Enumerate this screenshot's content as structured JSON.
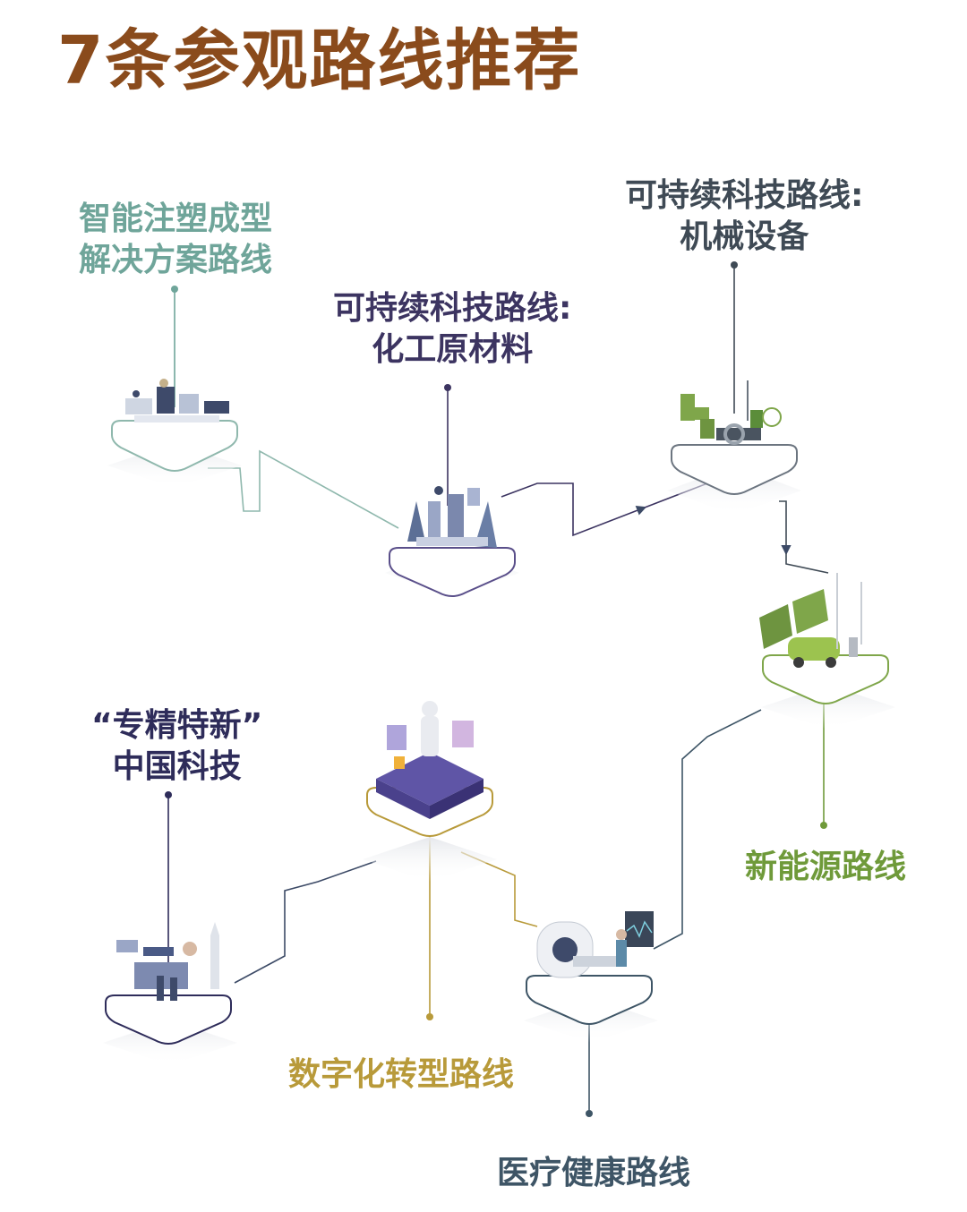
{
  "title": "7条参观路线推荐",
  "colors": {
    "title": "#8a4b1c",
    "molding": "#6fa59a",
    "chemical": "#3c3461",
    "machinery": "#3f4a55",
    "energy": "#6f9a3a",
    "specialized": "#2e2c5a",
    "digital": "#b89a3a",
    "medical": "#3e5566"
  },
  "routes": {
    "molding": {
      "line1": "智能注塑成型",
      "line2": "解决方案路线"
    },
    "chemical": {
      "line1": "可持续科技路线:",
      "line2": "化工原材料"
    },
    "machinery": {
      "line1": "可持续科技路线:",
      "line2": "机械设备"
    },
    "energy": {
      "line1": "新能源路线"
    },
    "specialized": {
      "line1": "“专精特新”",
      "line2": "中国科技"
    },
    "digital": {
      "line1": "数字化转型路线"
    },
    "medical": {
      "line1": "医疗健康路线"
    }
  }
}
